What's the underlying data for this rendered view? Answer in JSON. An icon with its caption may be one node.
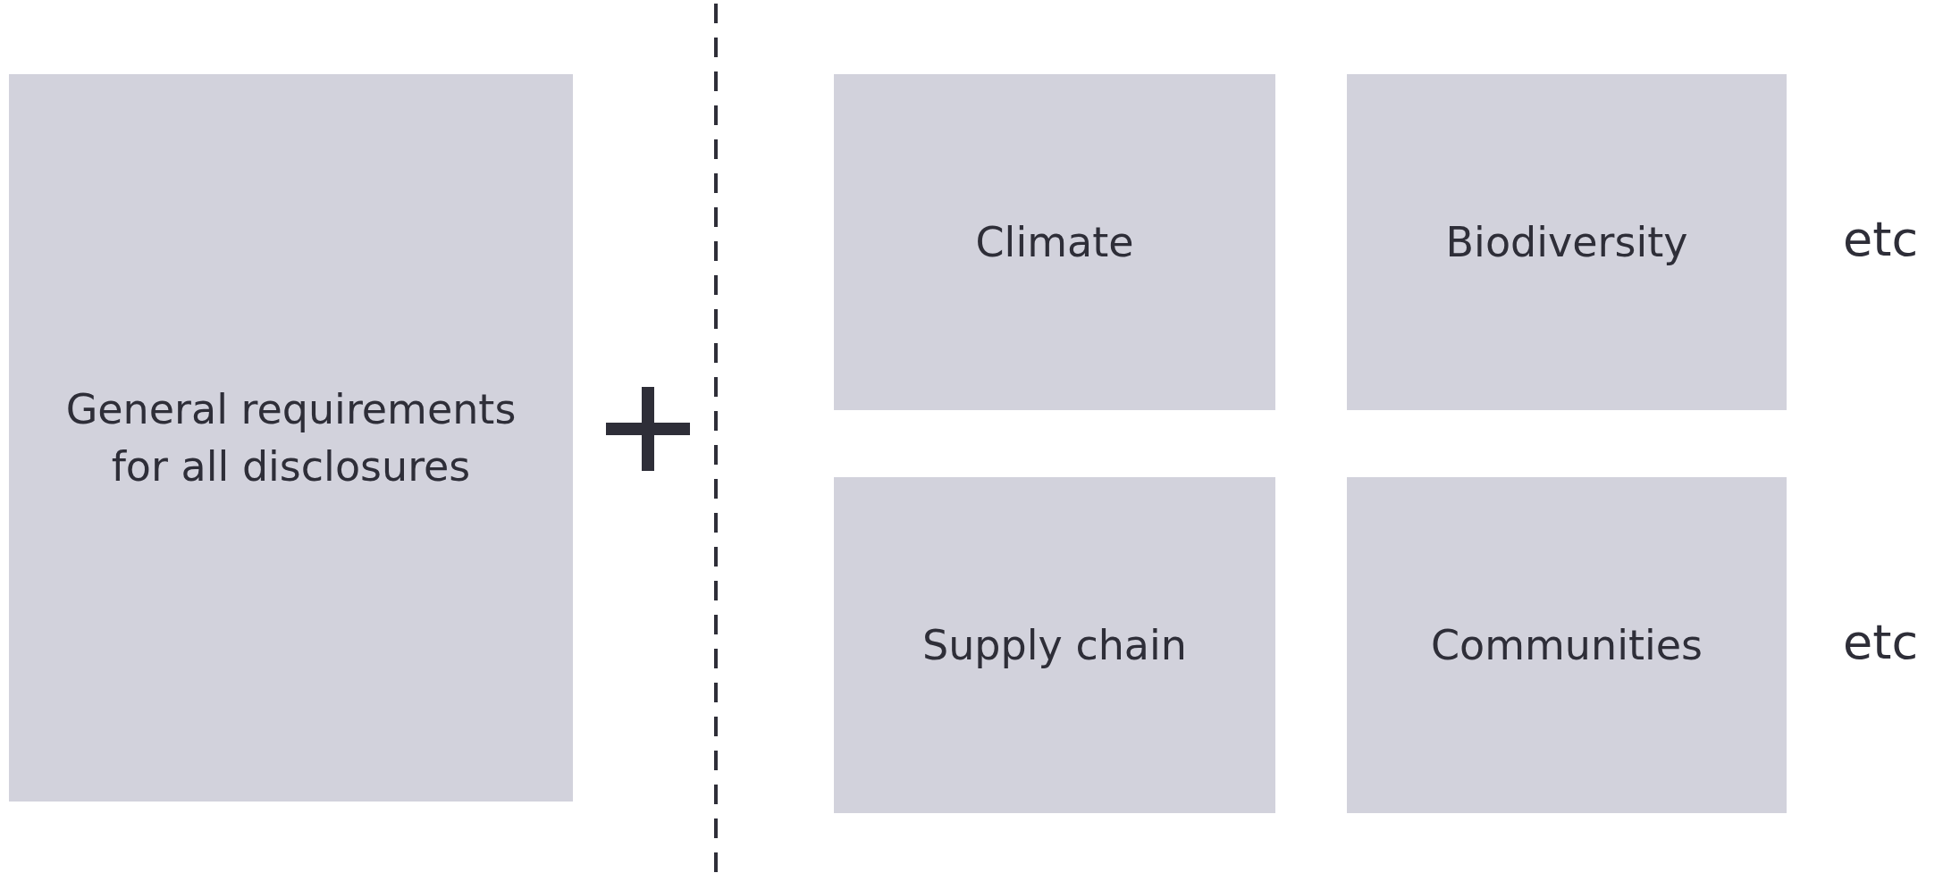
{
  "diagram": {
    "nodes": [
      {
        "text": [
          "General requirements for all disclosures"
        ]
      },
      {
        "text": [
          "Climate"
        ]
      },
      {
        "text": [
          "Biodiversity"
        ]
      },
      {
        "text": [
          "Supply chain"
        ]
      },
      {
        "text": [
          "Communities"
        ]
      }
    ],
    "labels": [
      "etc",
      "etc"
    ]
  }
}
